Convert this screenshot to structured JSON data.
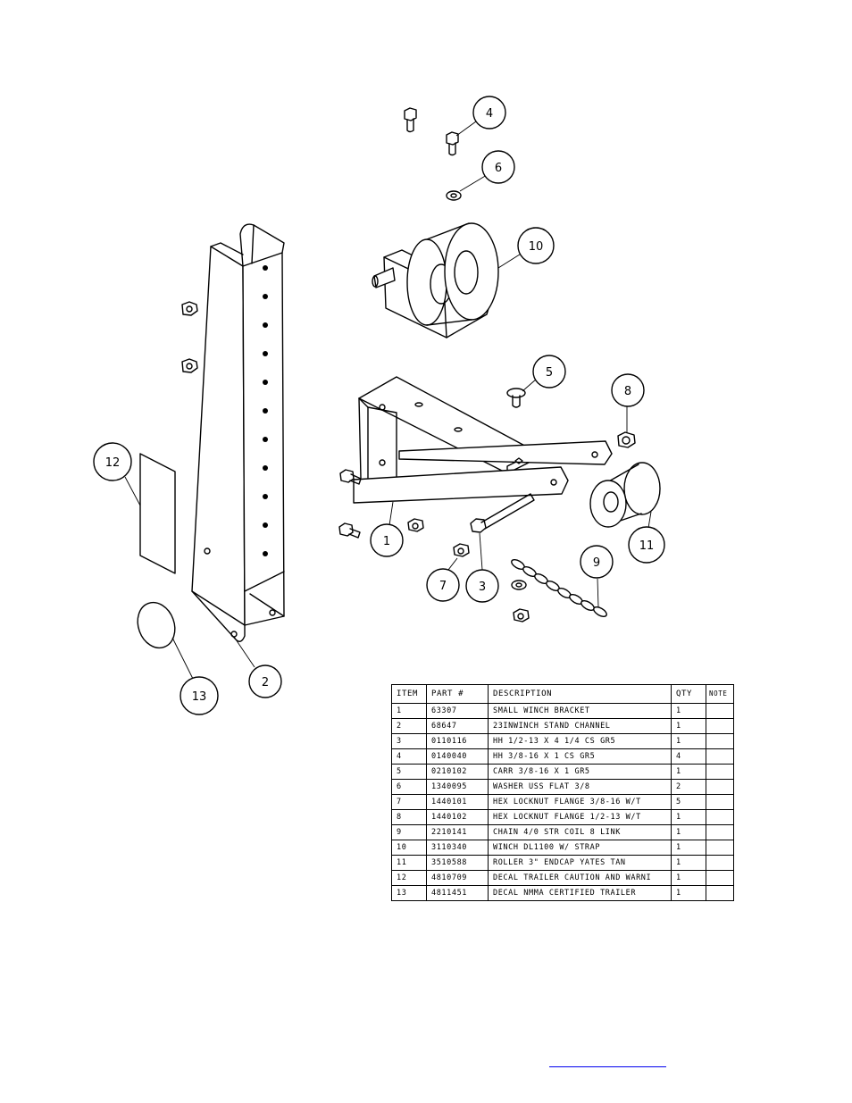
{
  "callouts": [
    "1",
    "2",
    "3",
    "4",
    "5",
    "6",
    "7",
    "8",
    "9",
    "10",
    "11",
    "12",
    "13"
  ],
  "bom": {
    "headers": {
      "item": "ITEM",
      "part": "PART #",
      "description": "DESCRIPTION",
      "qty": "QTY",
      "note": "NOTE"
    },
    "rows": [
      {
        "item": "1",
        "part": "63307",
        "description": "SMALL WINCH BRACKET",
        "qty": "1",
        "note": ""
      },
      {
        "item": "2",
        "part": "68647",
        "description": "23INWINCH STAND CHANNEL",
        "qty": "1",
        "note": ""
      },
      {
        "item": "3",
        "part": "0110116",
        "description": "HH 1/2-13 X 4 1/4 CS GR5",
        "qty": "1",
        "note": ""
      },
      {
        "item": "4",
        "part": "0140040",
        "description": "HH 3/8-16 X 1 CS GR5",
        "qty": "4",
        "note": ""
      },
      {
        "item": "5",
        "part": "0210102",
        "description": "CARR 3/8-16 X 1 GR5",
        "qty": "1",
        "note": ""
      },
      {
        "item": "6",
        "part": "1340095",
        "description": "WASHER USS FLAT 3/8",
        "qty": "2",
        "note": ""
      },
      {
        "item": "7",
        "part": "1440101",
        "description": "HEX LOCKNUT FLANGE 3/8-16 W/T",
        "qty": "5",
        "note": ""
      },
      {
        "item": "8",
        "part": "1440102",
        "description": "HEX LOCKNUT FLANGE 1/2-13 W/T",
        "qty": "1",
        "note": ""
      },
      {
        "item": "9",
        "part": "2210141",
        "description": "CHAIN 4/0 STR COIL 8 LINK",
        "qty": "1",
        "note": ""
      },
      {
        "item": "10",
        "part": "3110340",
        "description": "WINCH DL1100 W/ STRAP",
        "qty": "1",
        "note": ""
      },
      {
        "item": "11",
        "part": "3510588",
        "description": "ROLLER 3\" ENDCAP YATES TAN",
        "qty": "1",
        "note": ""
      },
      {
        "item": "12",
        "part": "4810709",
        "description": "DECAL TRAILER CAUTION AND WARNI",
        "qty": "1",
        "note": ""
      },
      {
        "item": "13",
        "part": "4811451",
        "description": "DECAL NMMA CERTIFIED TRAILER",
        "qty": "1",
        "note": ""
      }
    ]
  },
  "colors": {
    "line": "#000000",
    "link": "#0000ee"
  }
}
